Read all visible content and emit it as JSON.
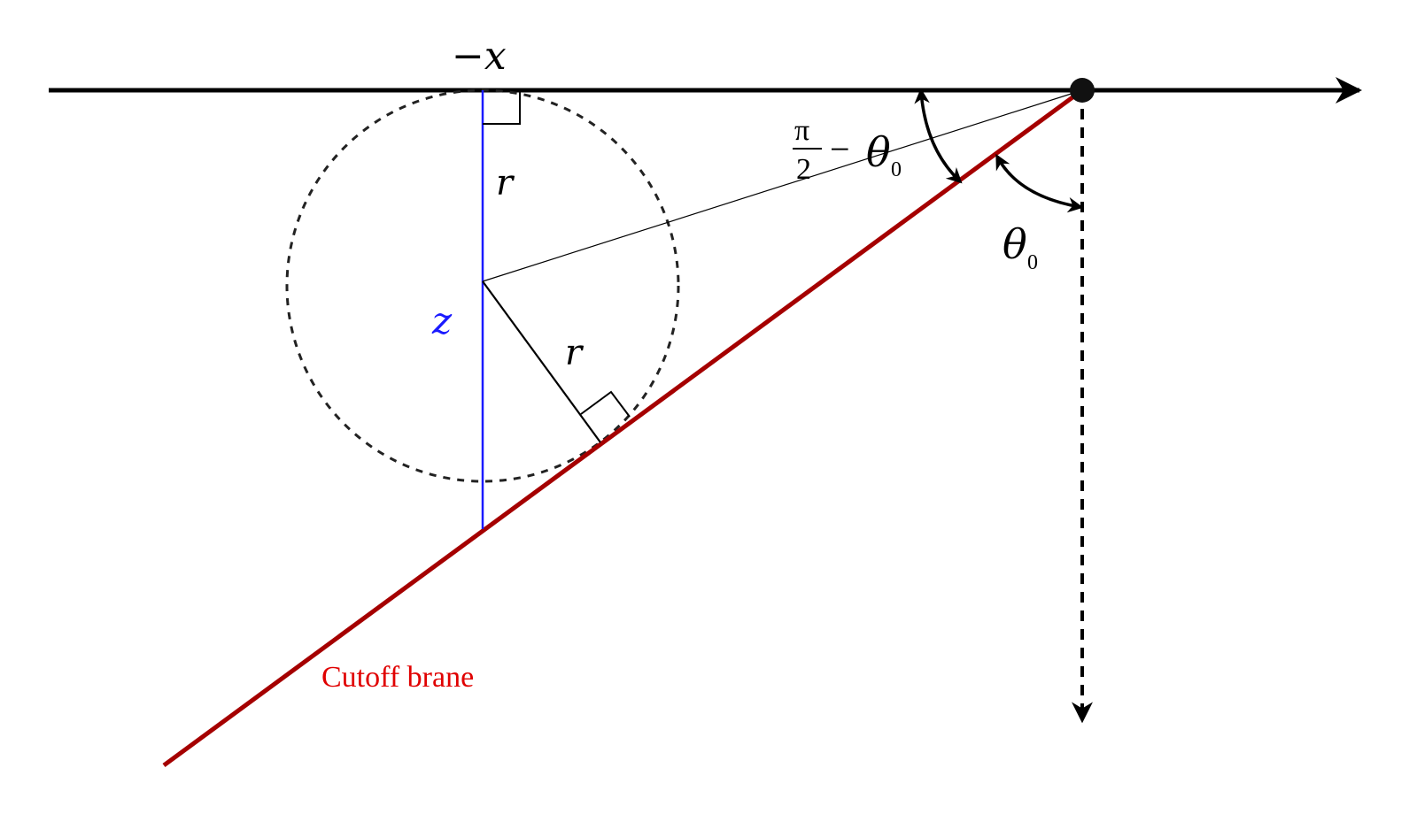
{
  "labels": {
    "neg_x": "−x",
    "r_top": "r",
    "z": "z",
    "r_diag": "r",
    "angle_complement": {
      "numerator": "π",
      "denominator": "2",
      "minus": "−",
      "theta": "θ",
      "subscript": "0"
    },
    "angle_theta": {
      "theta": "θ",
      "subscript": "0"
    },
    "brane": "Cutoff brane"
  },
  "colors": {
    "axis": "#000000",
    "brane": "#a50000",
    "brane_label": "#e00000",
    "z_line": "#1a1aff",
    "circle": "#222222"
  }
}
